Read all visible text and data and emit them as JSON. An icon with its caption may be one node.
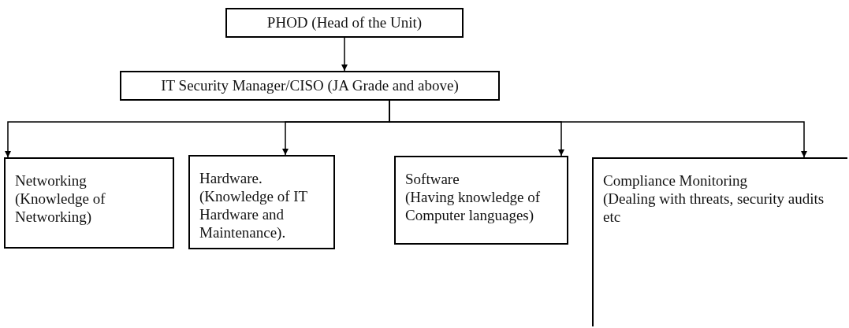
{
  "diagram": {
    "nodes": [
      {
        "text": [
          "PHOD (Head of the Unit)"
        ]
      },
      {
        "text": [
          "IT Security Manager/CISO (JA Grade and above)"
        ]
      },
      {
        "text": [
          "Networking",
          "(Knowledge of Networking)"
        ]
      },
      {
        "text": [
          "Hardware.",
          "(Knowledge of IT Hardware and Maintenance)."
        ]
      },
      {
        "text": [
          "Software",
          "(Having knowledge of Computer languages)"
        ]
      },
      {
        "text": [
          "Compliance Monitoring",
          "(Dealing with threats, security audits etc"
        ]
      }
    ],
    "edges": [
      {
        "from": 0,
        "to": 1,
        "arrow": "to"
      },
      {
        "from": 1,
        "to": 2,
        "arrow": "to"
      },
      {
        "from": 1,
        "to": 3,
        "arrow": "to"
      },
      {
        "from": 1,
        "to": 4,
        "arrow": "to"
      },
      {
        "from": 1,
        "to": 5,
        "arrow": "to"
      }
    ]
  }
}
